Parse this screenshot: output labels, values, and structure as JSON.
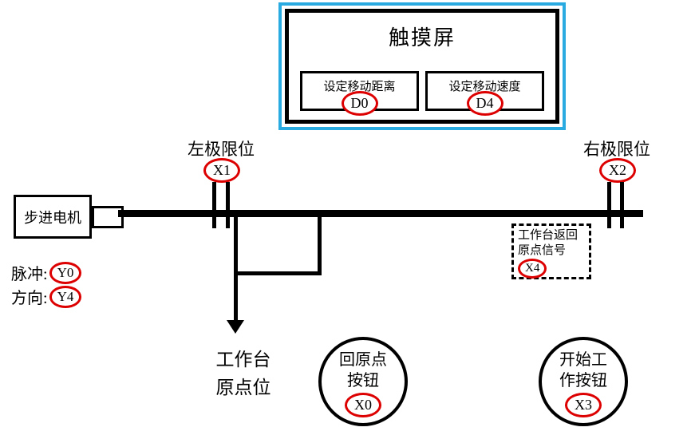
{
  "touch_panel": {
    "title": "触摸屏",
    "fields": [
      {
        "label": "设定移动距离",
        "tag": "D0"
      },
      {
        "label": "设定移动速度",
        "tag": "D4"
      }
    ]
  },
  "motor": {
    "label": "步进电机"
  },
  "io": {
    "pulse_label": "脉冲:",
    "pulse_tag": "Y0",
    "direction_label": "方向:",
    "direction_tag": "Y4"
  },
  "limits": {
    "left_label": "左极限位",
    "left_tag": "X1",
    "right_label": "右极限位",
    "right_tag": "X2"
  },
  "origin_sensor": {
    "label": "工作台返回原点信号",
    "tag": "X4"
  },
  "workbench_origin": {
    "line1": "工作台",
    "line2": "原点位"
  },
  "buttons": {
    "home": {
      "line1": "回原点",
      "line2": "按钮",
      "tag": "X0"
    },
    "start": {
      "line1": "开始工",
      "line2": "作按钮",
      "tag": "X3"
    }
  },
  "colors": {
    "panel_border_blue": "#29ABE2",
    "tag_red": "#DD0000",
    "line_black": "#000000"
  }
}
